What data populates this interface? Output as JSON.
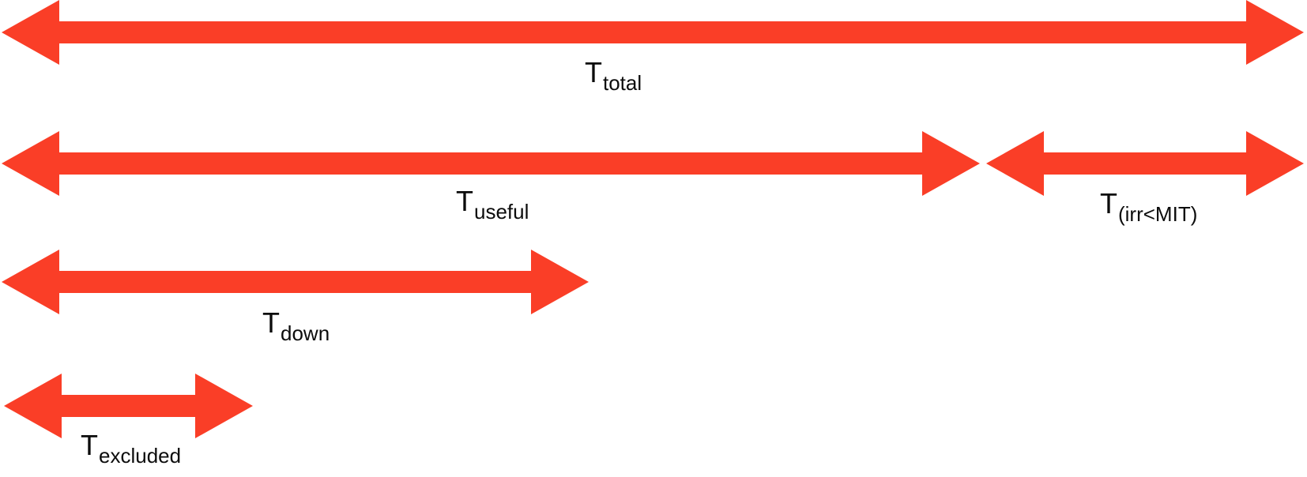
{
  "diagram": {
    "type": "timeline-interval-diagram",
    "arrow_color": "#fa3e27",
    "background_color": "#ffffff",
    "text_color": "#0c0c0c",
    "rows": [
      {
        "id": "total",
        "label_main": "T",
        "label_sub": "total",
        "description": "full-width double arrow, row 1"
      },
      {
        "id": "useful",
        "label_main": "T",
        "label_sub": "useful",
        "description": "left double arrow, row 2"
      },
      {
        "id": "irr_lt_mit",
        "label_main": "T",
        "label_sub": "(irr<MIT)",
        "description": "right double arrow, row 2"
      },
      {
        "id": "down",
        "label_main": "T",
        "label_sub": "down",
        "description": "double arrow, row 3"
      },
      {
        "id": "excluded",
        "label_main": "T",
        "label_sub": "excluded",
        "description": "double arrow, row 4"
      }
    ]
  }
}
